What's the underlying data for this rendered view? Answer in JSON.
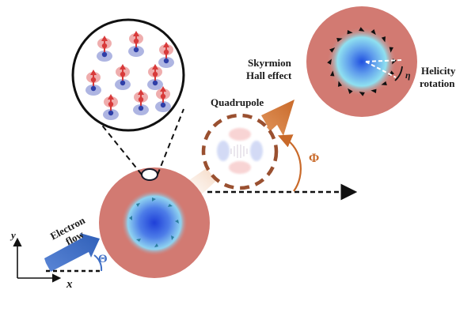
{
  "labels": {
    "electron_flow_line1": "Electron",
    "electron_flow_line2": "flow",
    "quadrupole": "Quadrupole",
    "skyrmion_hall_line1": "Skyrmion",
    "skyrmion_hall_line2": "Hall effect",
    "helicity_line1": "Helicity",
    "helicity_line2": "rotation",
    "theta": "Θ",
    "phi": "Φ",
    "eta": "η",
    "axis_x": "x",
    "axis_y": "y"
  },
  "colors": {
    "disk_pink": "#d27a72",
    "electron_arrow_blue": "#3f6fc6",
    "skyrmion_hall_arrow": "#c96a2a",
    "angle_theta": "#3f6fc6",
    "angle_phi": "#c96a2a",
    "dashed_ring": "#9a5030",
    "spin_up_red": "#d83a3a",
    "spin_down_blue": "#2e3ea8"
  }
}
